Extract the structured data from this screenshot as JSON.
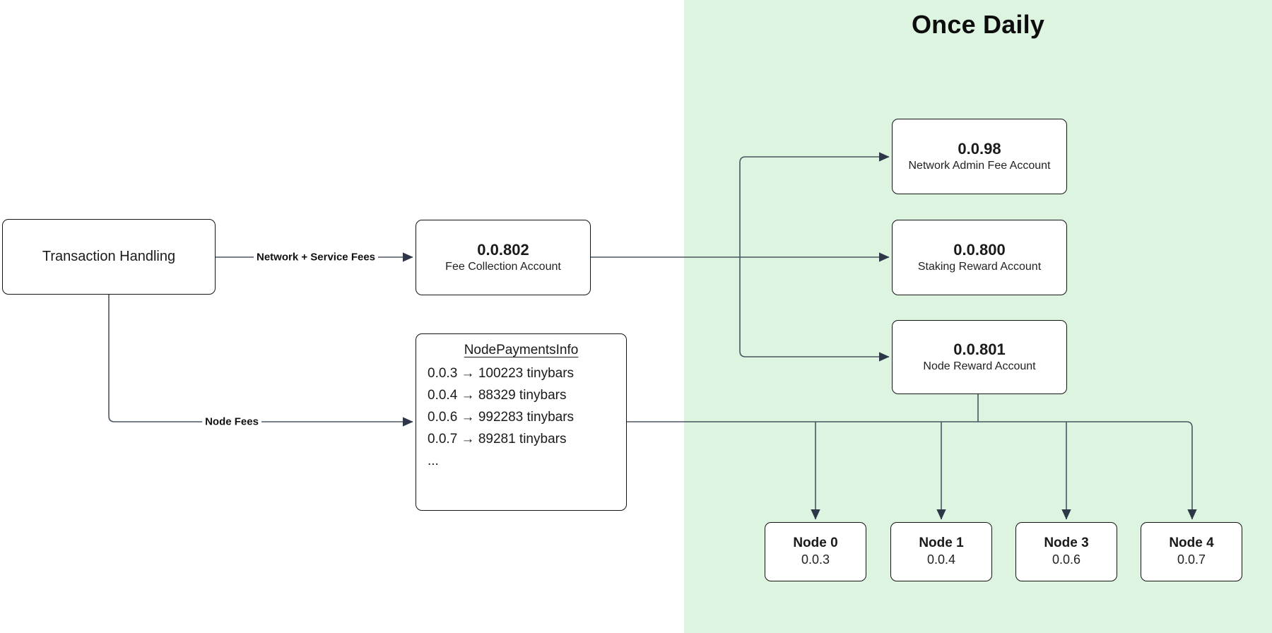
{
  "title": "Once Daily",
  "colors": {
    "panel_green": "#ddf4e1",
    "line": "#4a5560",
    "arrow": "#2d3748",
    "border": "#141414",
    "text": "#1a1a1a"
  },
  "edge_labels": {
    "network_service_fees": "Network + Service Fees",
    "node_fees": "Node Fees"
  },
  "boxes": {
    "transaction_handling": {
      "label": "Transaction Handling"
    },
    "fee_collection": {
      "id": "0.0.802",
      "label": "Fee Collection Account"
    },
    "node_payments": {
      "title": "NodePaymentsInfo",
      "rows": [
        "0.0.3 → 100223 tinybars",
        "0.0.4 → 88329 tinybars",
        "0.0.6 → 992283 tinybars",
        "0.0.7 → 89281 tinybars",
        "..."
      ]
    },
    "network_admin": {
      "id": "0.0.98",
      "label": "Network Admin Fee Account"
    },
    "staking_reward": {
      "id": "0.0.800",
      "label": "Staking Reward Account"
    },
    "node_reward": {
      "id": "0.0.801",
      "label": "Node Reward Account"
    },
    "node0": {
      "name": "Node 0",
      "account": "0.0.3"
    },
    "node1": {
      "name": "Node 1",
      "account": "0.0.4"
    },
    "node3": {
      "name": "Node 3",
      "account": "0.0.6"
    },
    "node4": {
      "name": "Node 4",
      "account": "0.0.7"
    }
  }
}
